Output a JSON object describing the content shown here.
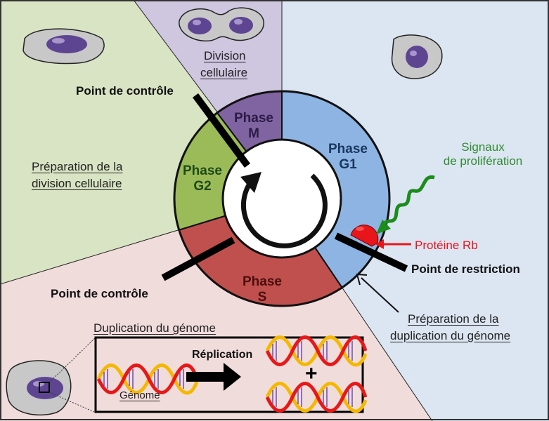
{
  "regions": {
    "division": {
      "label_line1": "Division",
      "label_line2": "cellulaire",
      "color": "#cfc6e0"
    },
    "prep_division": {
      "label_line1": "Préparation de la",
      "label_line2": "division cellulaire",
      "color": "#d8e4c3"
    },
    "duplication": {
      "label": "Duplication du génome",
      "color": "#f1dcdc"
    },
    "prep_duplication": {
      "label_line1": "Préparation de la",
      "label_line2": "duplication du génome",
      "color": "#dce6f2"
    }
  },
  "phases": [
    {
      "id": "M",
      "line1": "Phase",
      "line2": "M",
      "fill": "#8064a2",
      "text_color": "#2b1b45"
    },
    {
      "id": "G1",
      "line1": "Phase",
      "line2": "G1",
      "fill": "#8eb4e3",
      "text_color": "#17375e"
    },
    {
      "id": "S",
      "line1": "Phase",
      "line2": "S",
      "fill": "#c0504d",
      "text_color": "#4a0e0e"
    },
    {
      "id": "G2",
      "line1": "Phase",
      "line2": "G2",
      "fill": "#9bbb59",
      "text_color": "#1e4a16"
    }
  ],
  "checkpoints": {
    "g2_m": "Point de contrôle",
    "g1_s_left": "Point de contrôle",
    "restriction": "Point de restriction"
  },
  "signals": {
    "line1": "Signaux",
    "line2": "de prolifération",
    "color": "#2e8b2e"
  },
  "protein": {
    "label": "Protéine Rb",
    "color": "#e8151b"
  },
  "replication": {
    "arrow_label": "Réplication",
    "genome_label": "Génome",
    "plus": "+"
  }
}
